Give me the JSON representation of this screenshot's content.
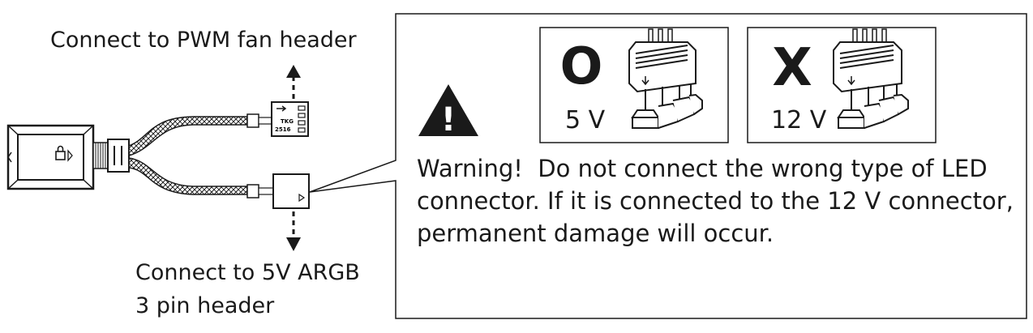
{
  "labels": {
    "pwm": "Connect to PWM fan header",
    "argb_line1": "Connect to 5V ARGB",
    "argb_line2": "3 pin header"
  },
  "connector": {
    "marking_line1": "TKG",
    "marking_line2": "2516"
  },
  "correct_panel": {
    "symbol": "O",
    "voltage": "5 V"
  },
  "wrong_panel": {
    "symbol": "X",
    "voltage": "12 V"
  },
  "warning": {
    "icon_glyph": "!",
    "line1": "Warning!  Do not connect the wrong type of LED",
    "line2": "connector. If it is connected to the 12 V connector,",
    "line3": "permanent damage will occur."
  },
  "colors": {
    "ink": "#1a1a1a"
  }
}
